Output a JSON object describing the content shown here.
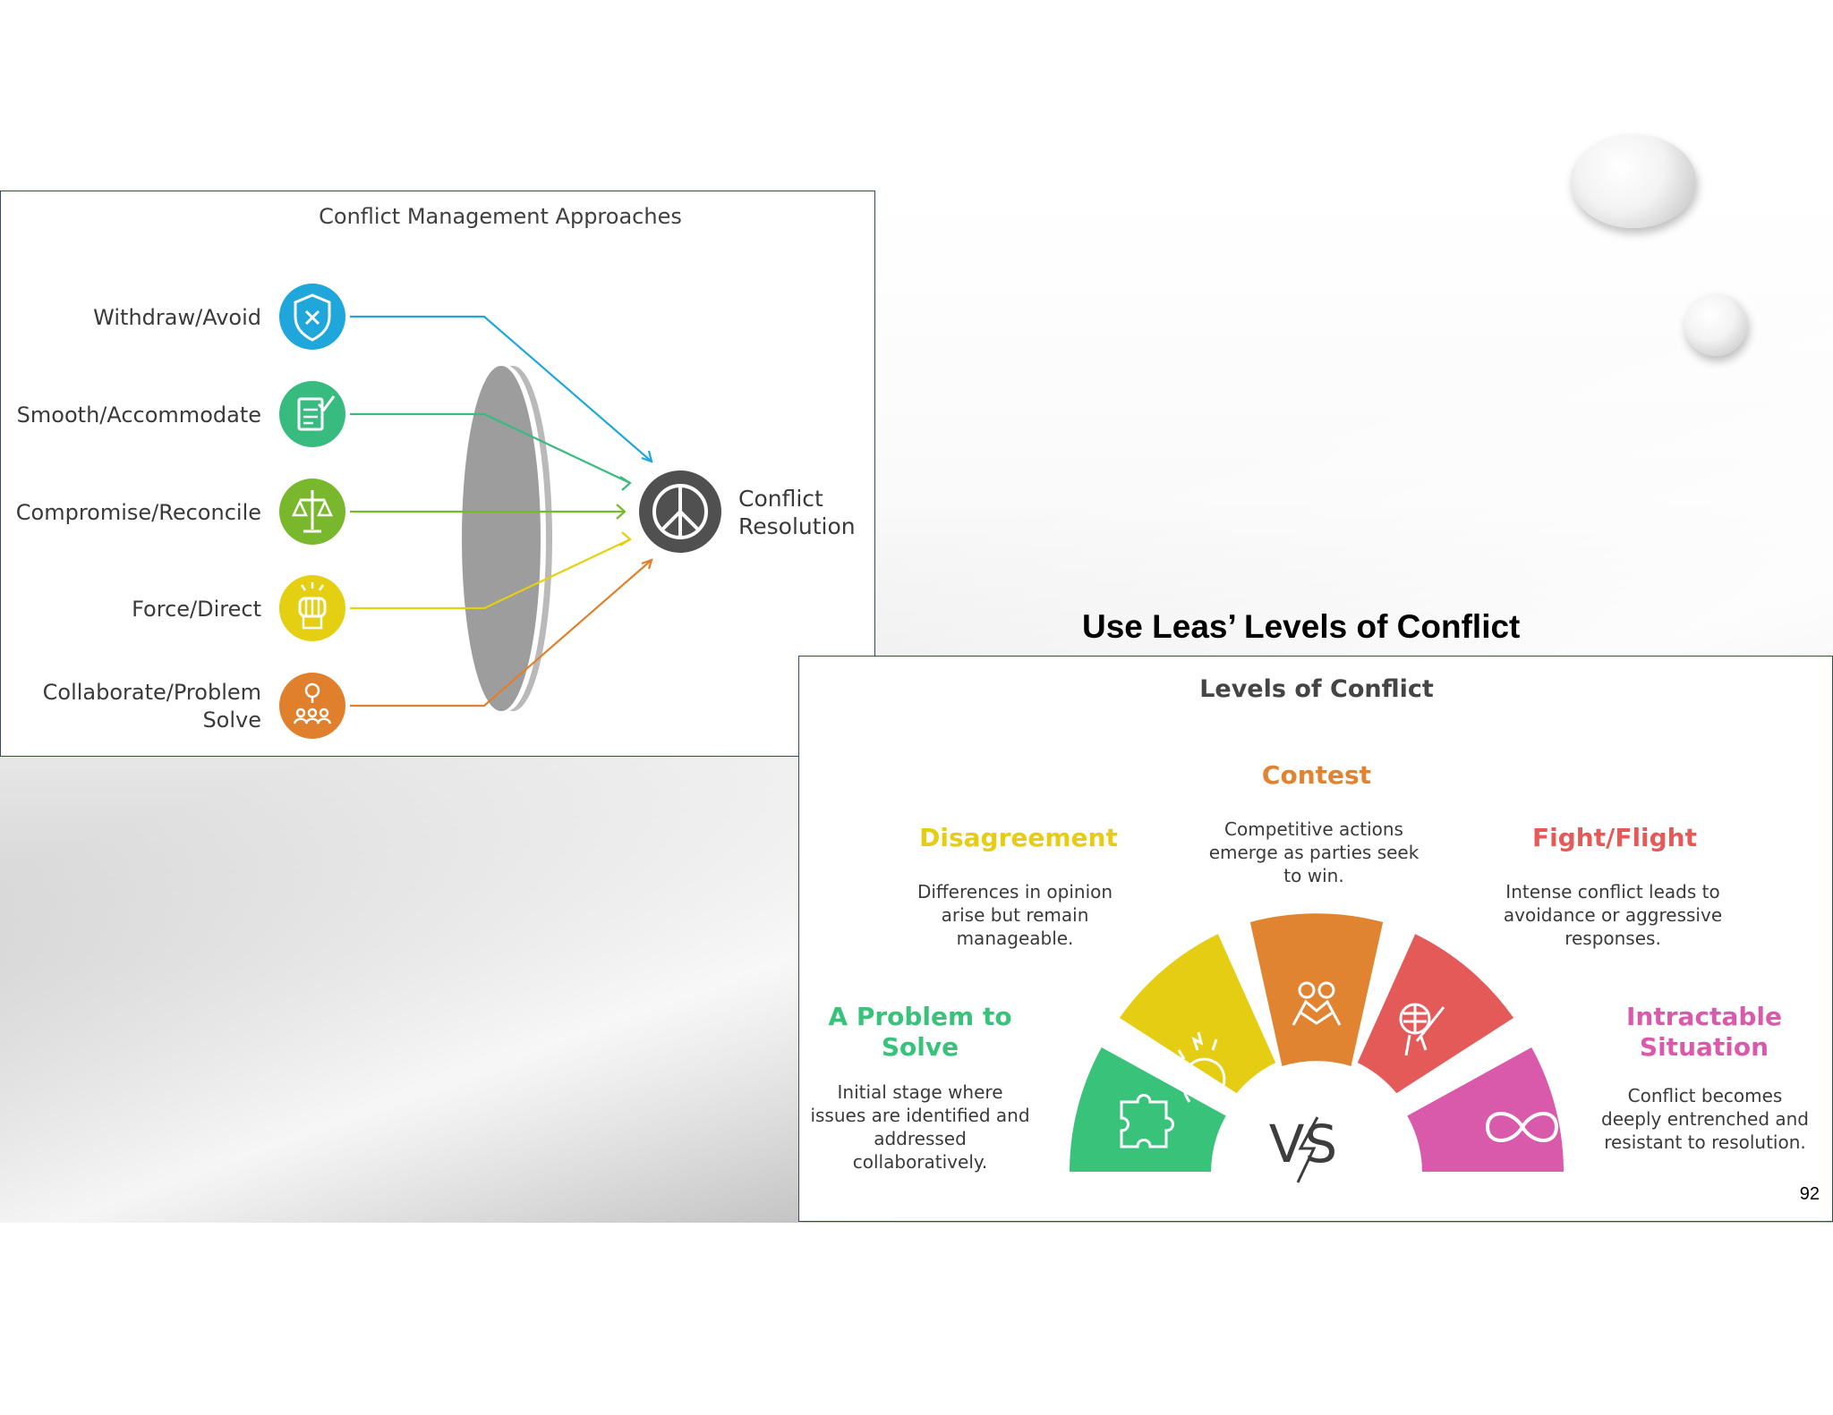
{
  "slide": {
    "title": "Use Leas’ Levels of Conflict",
    "page_number": "92"
  },
  "approaches": {
    "title": "Conflict Management Approaches",
    "target": {
      "label_line1": "Conflict",
      "label_line2": "Resolution",
      "icon": "peace-icon"
    },
    "items": [
      {
        "label_line1": "Withdraw/Avoid",
        "label_line2": "",
        "color": "#1fa6db",
        "icon": "shield-x-icon"
      },
      {
        "label_line1": "Smooth/Accommodate",
        "label_line2": "",
        "color": "#38bb7f",
        "icon": "agreement-document-icon"
      },
      {
        "label_line1": "Compromise/Reconcile",
        "label_line2": "",
        "color": "#79b82d",
        "icon": "balance-scale-icon"
      },
      {
        "label_line1": "Force/Direct",
        "label_line2": "",
        "color": "#e5cf12",
        "icon": "fist-icon"
      },
      {
        "label_line1": "Collaborate/Problem",
        "label_line2": "Solve",
        "color": "#e07f2c",
        "icon": "team-idea-icon"
      }
    ]
  },
  "levels": {
    "title": "Levels of Conflict",
    "center_label": "VS",
    "items": [
      {
        "title_line1": "A Problem to",
        "title_line2": "Solve",
        "color": "#38c27a",
        "desc": [
          "Initial stage where",
          "issues are identified and",
          "addressed",
          "collaboratively."
        ],
        "icon": "puzzle-icon"
      },
      {
        "title_line1": "Disagreement",
        "title_line2": "",
        "color": "#e4cd12",
        "desc": [
          "Differences in opinion",
          "arise but remain",
          "manageable."
        ],
        "icon": "frustrated-head-icon"
      },
      {
        "title_line1": "Contest",
        "title_line2": "",
        "color": "#e08431",
        "desc": [
          "Competitive actions",
          "emerge as parties seek",
          "to win."
        ],
        "icon": "wrestlers-icon"
      },
      {
        "title_line1": "Fight/Flight",
        "title_line2": "",
        "color": "#e35a59",
        "desc": [
          "Intense conflict leads to",
          "avoidance or aggressive",
          "responses."
        ],
        "icon": "fencing-icon"
      },
      {
        "title_line1": "Intractable",
        "title_line2": "Situation",
        "color": "#d95aab",
        "desc": [
          "Conflict becomes",
          "deeply entrenched and",
          "resistant to resolution."
        ],
        "icon": "infinity-icon"
      }
    ]
  }
}
